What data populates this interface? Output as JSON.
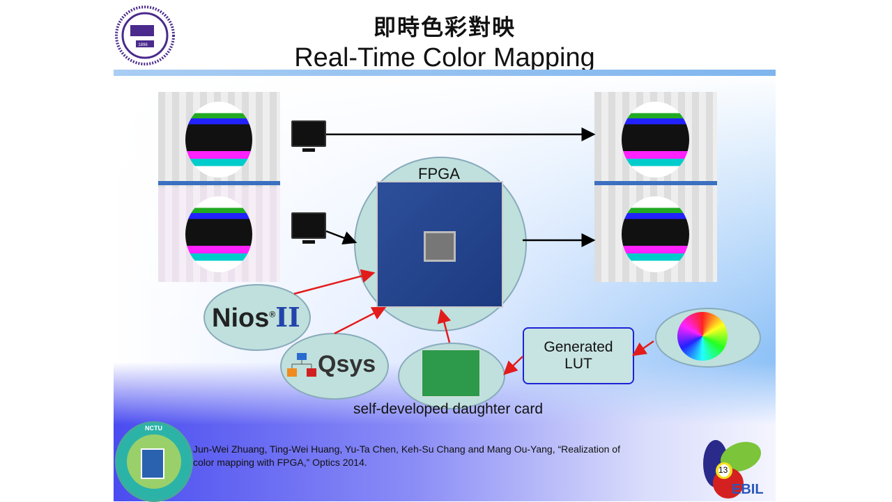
{
  "title": {
    "zh": "即時色彩對映",
    "en": "Real-Time Color Mapping"
  },
  "diagram": {
    "fpga_label": "FPGA",
    "nios_label": "Nios",
    "nios_reg": "®",
    "nios_suffix": "II",
    "qsys_label": "Qsys",
    "lut_line1": "Generated",
    "lut_line2": "LUT",
    "caption": "self-developed daughter card"
  },
  "footer": {
    "citation_line1": "Jun-Wei Zhuang, Ting-Wei Huang, Yu-Ta Chen, Keh-Su Chang and Mang Ou-Yang, “Realization of",
    "citation_line2": "color mapping with FPGA,” Optics 2014.",
    "page_number": "13",
    "ebil_logo": "EBIL",
    "nctu_logo": "NCTU",
    "university_seal": "1896"
  },
  "colors": {
    "arrow_red": "#e31b1b",
    "lut_border": "#1d22d6",
    "ellipse_fill": "#bfe0dc"
  }
}
